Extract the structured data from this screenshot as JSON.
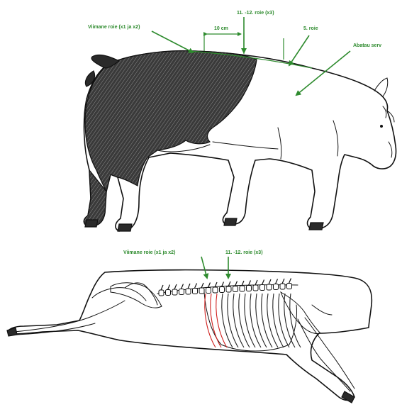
{
  "diagram": {
    "top": {
      "labels": {
        "last_rib": "Viimane roie (x1 ja x2)",
        "rib_11_12": "11. -12. roie (x3)",
        "distance": "10 cm",
        "rib_5": "5. roie",
        "depth": "Abatau serv"
      }
    },
    "bottom": {
      "labels": {
        "last_rib": "Viimane roie (x1 ja x2)",
        "rib_11_12": "11. -12. roie (x3)"
      }
    }
  },
  "colors": {
    "annotation": "#2e8b2e",
    "highlight_ribs": "#d0211f",
    "ink": "#111111"
  }
}
